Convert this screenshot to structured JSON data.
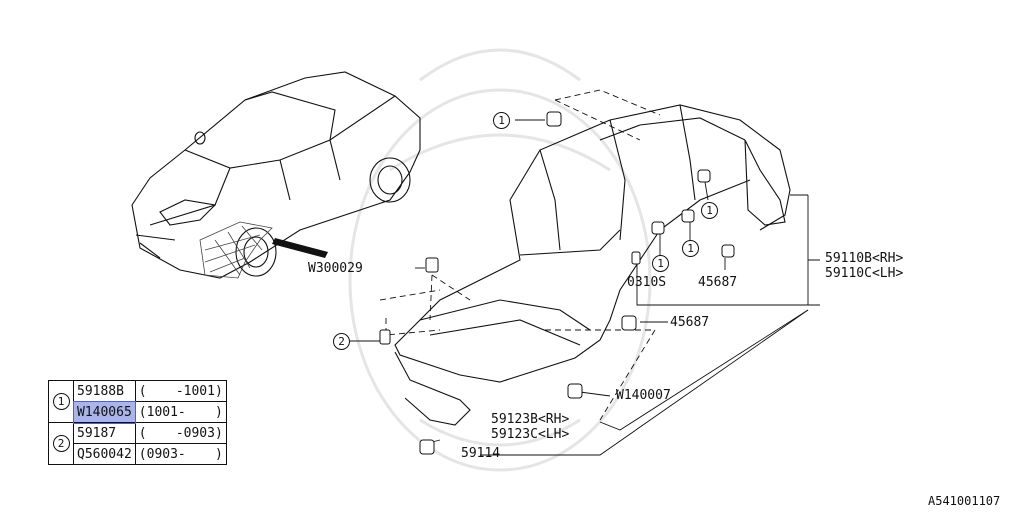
{
  "callouts": {
    "c1_top": "1",
    "c1_a": "1",
    "c1_b": "1",
    "c1_c": "1",
    "c2": "2"
  },
  "labels": {
    "w300029": "W300029",
    "p0310s": "0310S",
    "p45687_a": "45687",
    "p45687_b": "45687",
    "p59110b": "59110B<RH>",
    "p59110c": "59110C<LH>",
    "w140007": "W140007",
    "p59123b": "59123B<RH>",
    "p59123c": "59123C<LH>",
    "p59114": "59114"
  },
  "table": {
    "groups": [
      {
        "ref": "1",
        "rows": [
          {
            "part": "59188B",
            "from": "(",
            "to": "-1001)"
          },
          {
            "part": "W140065",
            "from": "(1001-",
            "to": ")",
            "selected": true
          }
        ]
      },
      {
        "ref": "2",
        "rows": [
          {
            "part": "59187",
            "from": "(",
            "to": "-0903)"
          },
          {
            "part": "Q560042",
            "from": "(0903-",
            "to": ")"
          }
        ]
      }
    ]
  },
  "footer_code": "A541001107",
  "colors": {
    "line": "#111111",
    "selected": "#a9b4ea",
    "watermark": "#e3e3e3"
  }
}
